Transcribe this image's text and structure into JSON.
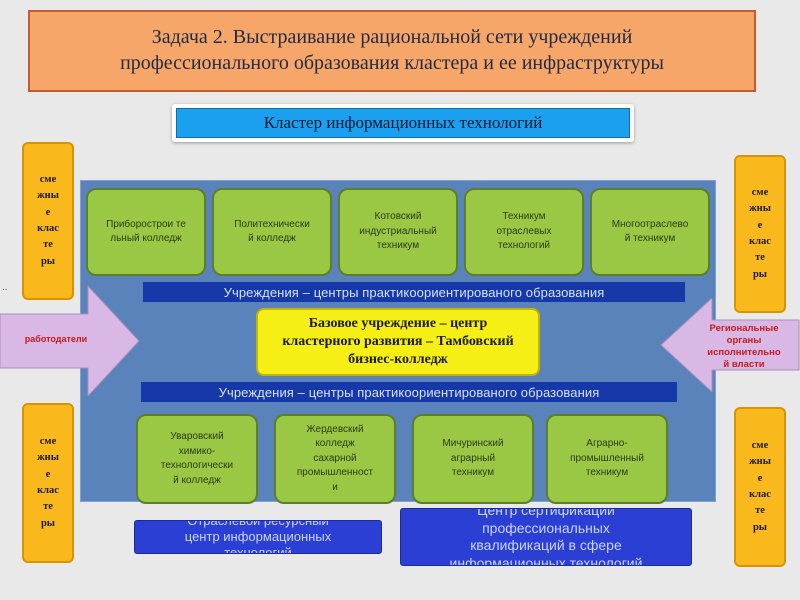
{
  "title": "Задача 2. Выстраивание рациональной сети учреждений\nпрофессионального образования кластера  и ее инфраструктуры",
  "cluster_heading": "Кластер  информационных технологий",
  "adjacent_clusters": [
    "сме\nжны\nе\nклас\nте\nры",
    "сме\nжны\nе\nклас\nте\nры",
    "сме\nжны\nе\nклас\nте\nры",
    "сме\nжны\nе\nклас\nте\nры"
  ],
  "top_institutions": [
    "Приборострои те\nльный колледж",
    "Политехнически\nй колледж",
    "Котовский\nиндустриальный\nтехникум",
    "Техникум\nотраслевых\nтехнологий",
    "Многоотраслево\nй техникум"
  ],
  "band_label_top": "Учреждения – центры практикоориентированого образования",
  "band_label_bottom": "Учреждения – центры практикоориентированого образования",
  "base_institution": "Базовое учреждение – центр\nкластерного развития – Тамбовский\nбизнес-колледж",
  "employers_label": "работодатели",
  "regional_label": "Региональные\nорганы\nисполнительно\nй власти",
  "bottom_institutions": [
    "Уваровский\nхимико-\nтехнологически\nй колледж",
    "Жердевский\nколледж\nсахарной\nпромышленност\nи",
    "Мичуринский\nаграрный\nтехникум",
    "Аграрно-\nпромышленный\nтехникум"
  ],
  "resource_center": "Отраслевой ресурсный\nцентр информационных\nтехнологий",
  "certification_center": "Центр сертификации\nпрофессиональных\nквалификаций в сфере\nинформационных технологий",
  "stray_mark": "..",
  "colors": {
    "title_fill": "#f7a66a",
    "heading_fill": "#1aa0ee",
    "side_fill": "#f9b81c",
    "panel_fill": "#5b83bb",
    "institution_fill": "#9ac845",
    "band_fill": "#1638a8",
    "base_fill": "#f5ef16",
    "arrow_fill": "#d9b8e6",
    "bottom_fill": "#2c3fd4",
    "accent_text": "#c81a1a"
  }
}
